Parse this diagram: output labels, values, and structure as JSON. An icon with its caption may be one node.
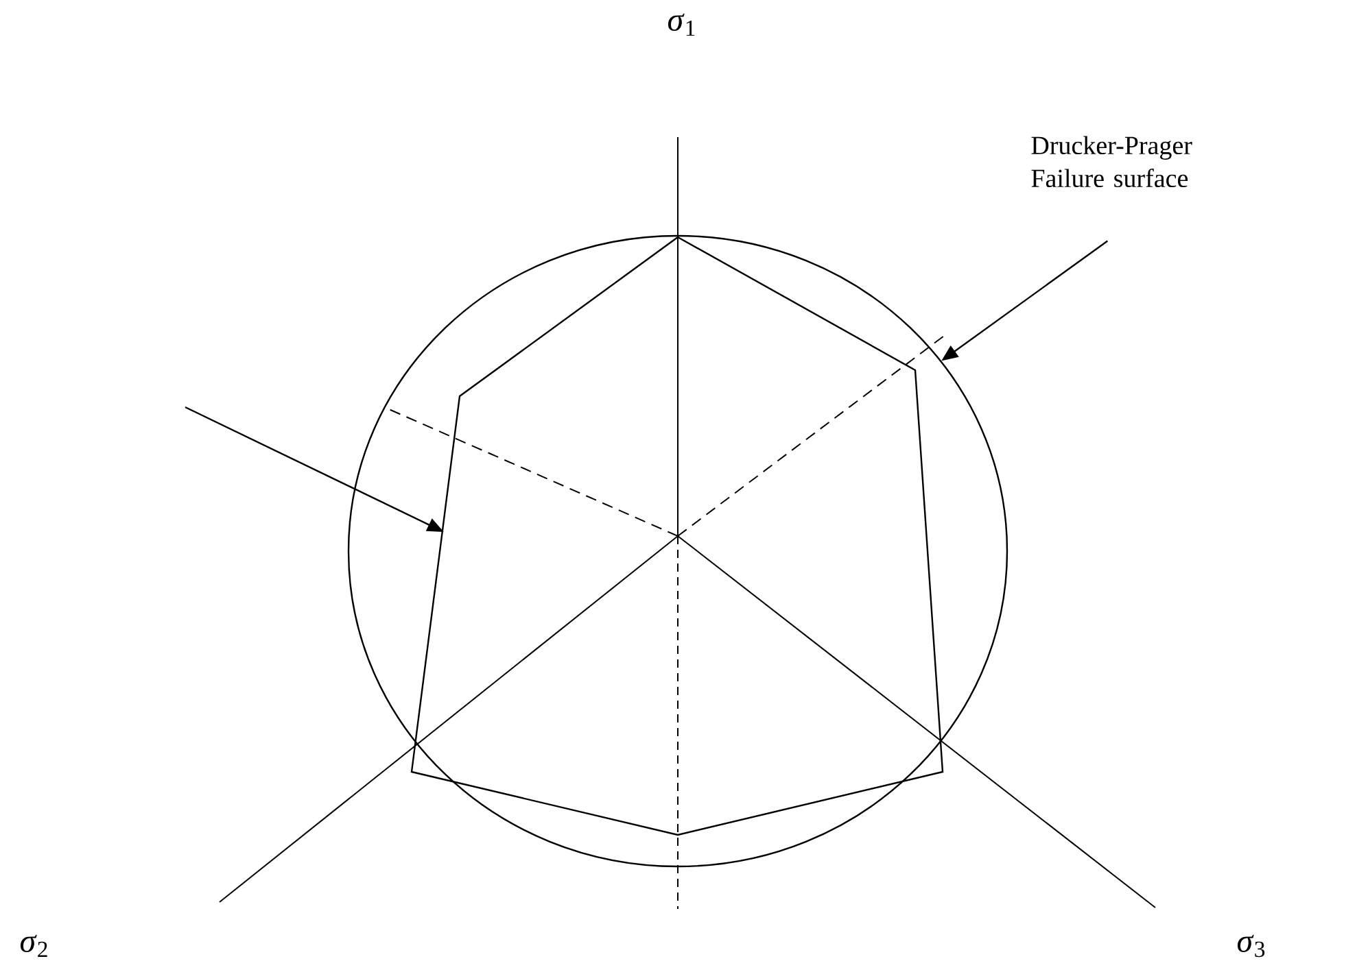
{
  "diagram": {
    "nodes": [
      {
        "text": [
          "Drucker-Prager Failure surface"
        ]
      },
      {
        "text": [],
        "shape": "circle"
      },
      {
        "text": [],
        "shape": "hexagon",
        "in": 1
      }
    ],
    "edges": [
      {
        "from": 0,
        "to": 1,
        "arrow": "to"
      },
      {
        "from": null,
        "to": 2,
        "arrow": "to"
      }
    ],
    "labels": [
      "*σ*$_{1}$",
      "*σ*$_{2}$",
      "*σ*$_{3}$"
    ]
  }
}
